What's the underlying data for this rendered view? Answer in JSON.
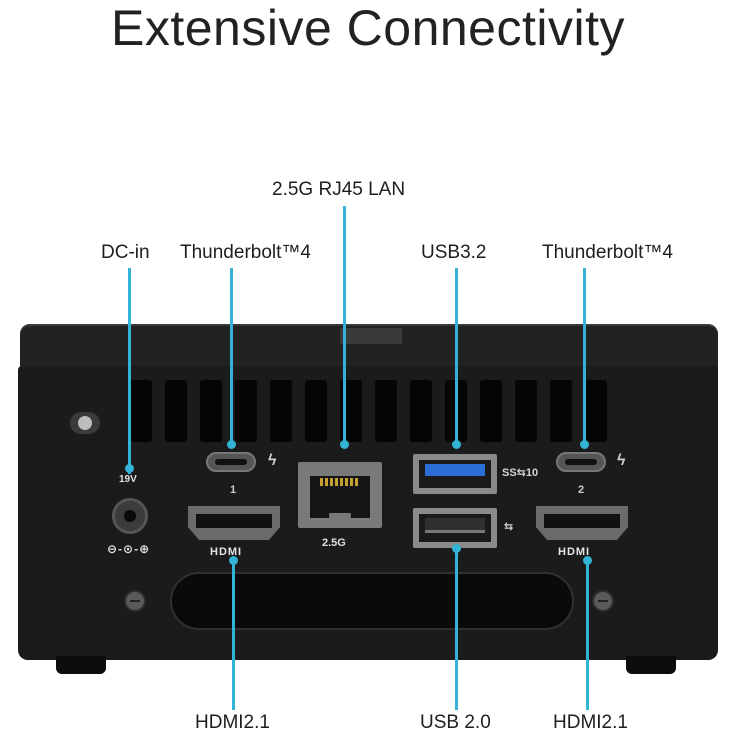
{
  "title": "Extensive Connectivity",
  "accent_color": "#33b3d6",
  "labels": {
    "dc_in": "DC-in",
    "thunderbolt_left": "Thunderbolt™4",
    "lan": "2.5G RJ45 LAN",
    "usb32": "USB3.2",
    "thunderbolt_right": "Thunderbolt™4",
    "hdmi_left": "HDMI2.1",
    "usb20": "USB 2.0",
    "hdmi_right": "HDMI2.1"
  },
  "device_markings": {
    "dc_voltage": "19V",
    "dc_symbol": "⊖-⊙-⊕",
    "tb_port_1": "1",
    "tb_port_2": "2",
    "hdmi_logo": "HDMI",
    "lan_speed": "2.5G",
    "usb3_logo": "SS⇆10",
    "usb2_logo": "⇆"
  }
}
